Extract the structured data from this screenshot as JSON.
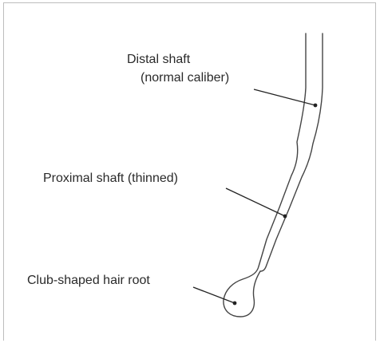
{
  "labels": {
    "distal_line1": "Distal shaft",
    "distal_line2": "(normal caliber)",
    "proximal": "Proximal shaft (thinned)",
    "club_root": "Club-shaped hair root"
  },
  "colors": {
    "line": "#444444",
    "text": "#2a2a2a",
    "frame": "#bdbdbd",
    "background": "#ffffff"
  }
}
